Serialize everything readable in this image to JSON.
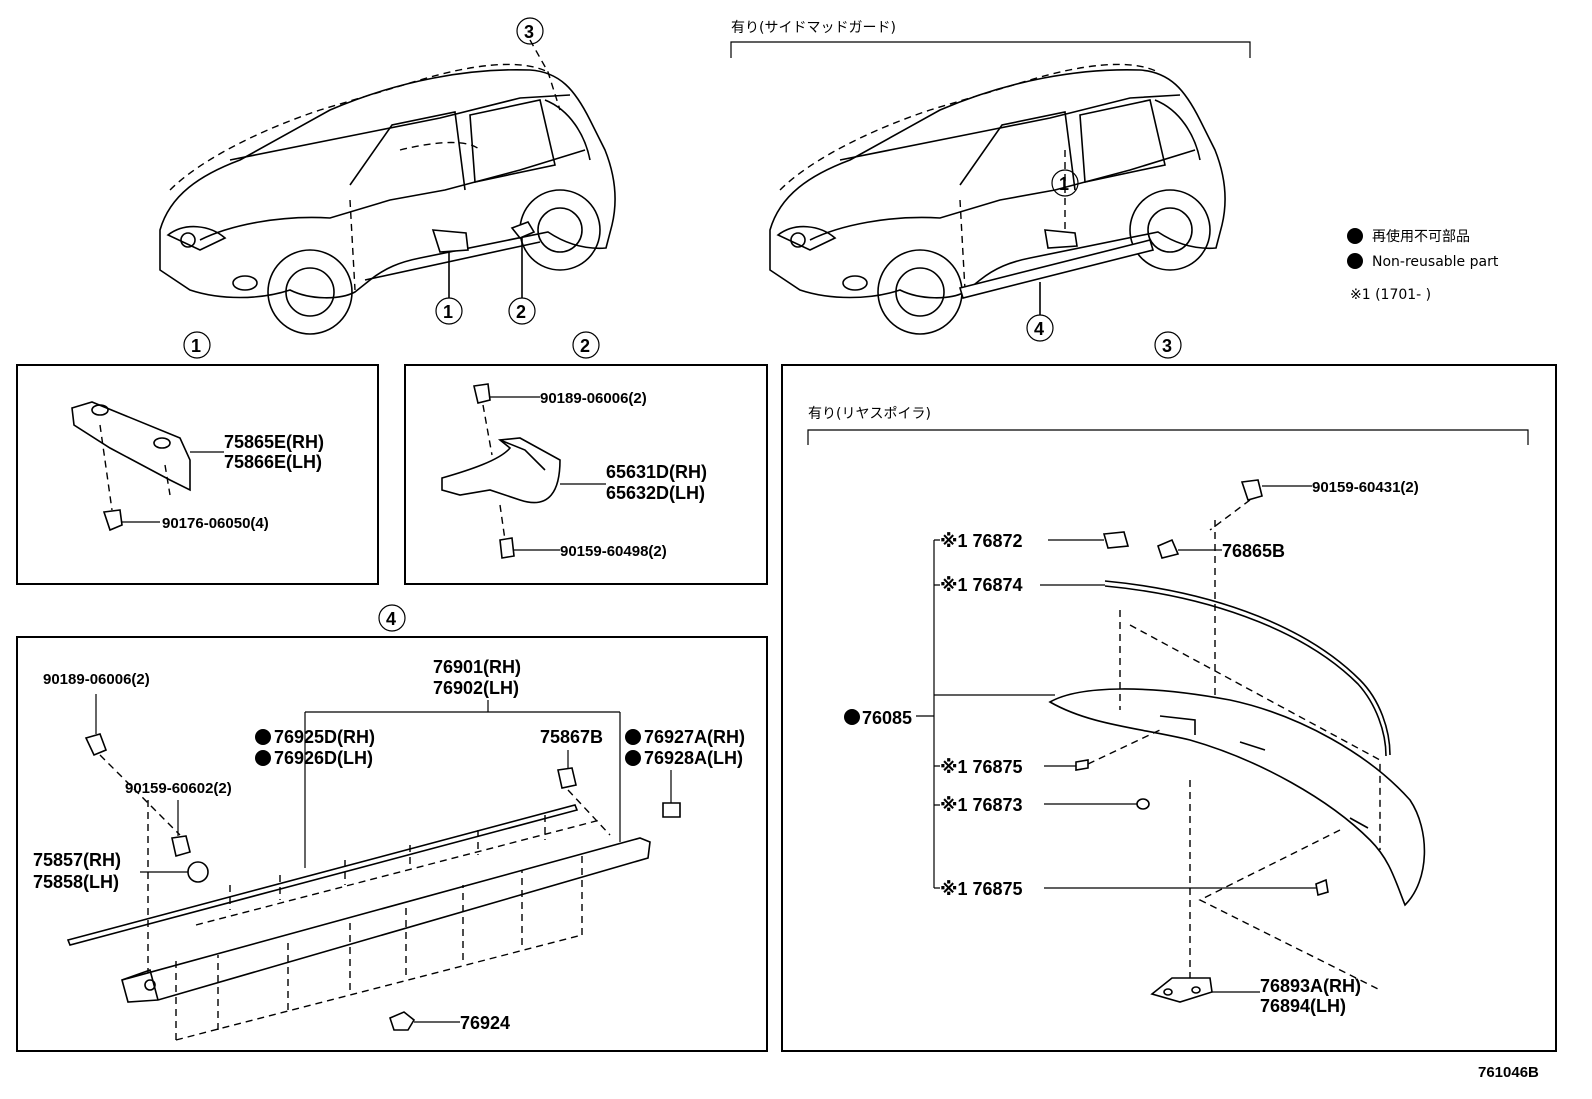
{
  "legend": {
    "non_reusable_jp": "再使用不可部品",
    "non_reusable_en": "Non-reusable part",
    "note": "※1 (1701-      )"
  },
  "variant_labels": {
    "side_mudguard": "有り(サイドマッドガード)",
    "rear_spoiler": "有り(リヤスポイラ)"
  },
  "callouts": {
    "c1": "①",
    "c2": "②",
    "c3": "③",
    "c4": "④"
  },
  "box1": {
    "part_a": "75865E(RH)",
    "part_b": "75866E(LH)",
    "clip": "90176-06050(4)"
  },
  "box2": {
    "clip_top": "90189-06006(2)",
    "part_a": "65631D(RH)",
    "part_b": "65632D(LH)",
    "screw": "90159-60498(2)"
  },
  "box3": {
    "screw": "90159-60431(2)",
    "p76872": "※1 76872",
    "p76865b": "76865B",
    "p76874": "※1 76874",
    "p76085": "76085",
    "p76875a": "※1 76875",
    "p76873": "※1 76873",
    "p76875b": "※1 76875",
    "p76893": "76893A(RH)",
    "p76894": "76894(LH)"
  },
  "box4": {
    "clip": "90189-06006(2)",
    "screw": "90159-60602(2)",
    "p75857": "75857(RH)",
    "p75858": "75858(LH)",
    "p76901": "76901(RH)",
    "p76902": "76902(LH)",
    "p76925": "76925D(RH)",
    "p76926": "76926D(LH)",
    "p75867b": "75867B",
    "p76927": "76927A(RH)",
    "p76928": "76928A(LH)",
    "p76924": "76924"
  },
  "footer_code": "761046B"
}
